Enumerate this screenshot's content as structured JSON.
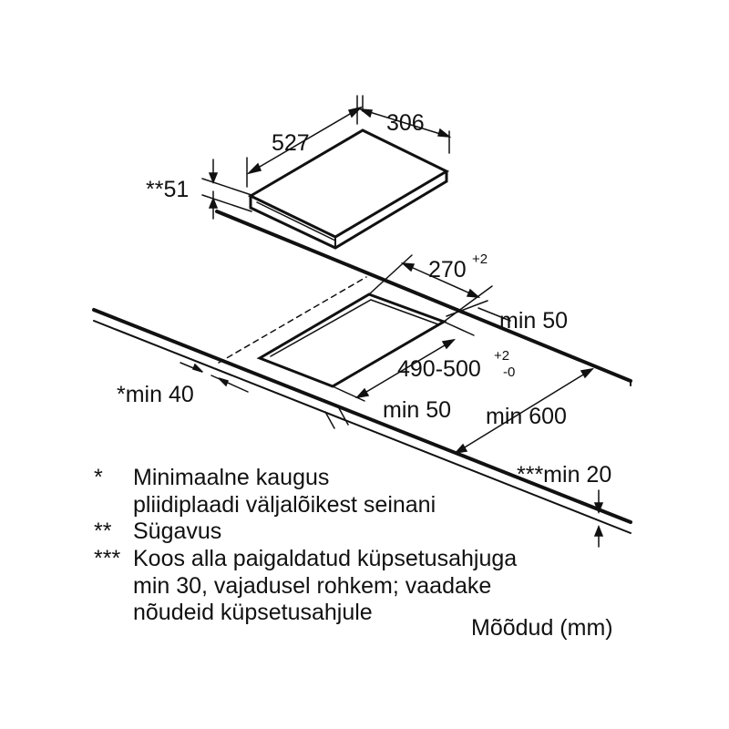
{
  "dimensions": {
    "length": "527",
    "width": "306",
    "depth": "**51",
    "cutout_width": "270",
    "cutout_width_tol": "+2",
    "cutout_length": "490-500",
    "cutout_length_tol_plus": "+2",
    "cutout_length_tol_minus": "-0",
    "back_min": "min 50",
    "front_min": "min 50",
    "side_min": "*min 40",
    "worktop_depth_min": "min 600",
    "worktop_thickness_min": "***min 20"
  },
  "notes": [
    {
      "mark": "*",
      "lines": [
        "Minimaalne kaugus",
        "pliidiplaadi väljalõikest seinani"
      ]
    },
    {
      "mark": "**",
      "lines": [
        "Sügavus"
      ]
    },
    {
      "mark": "***",
      "lines": [
        "Koos alla paigaldatud küpsetusahjuga",
        "min 30, vajadusel rohkem; vaadake",
        "nõudeid küpsetusahjule"
      ]
    }
  ],
  "units": "Mõõdud (mm)",
  "colors": {
    "line": "#111111",
    "background": "#ffffff"
  }
}
